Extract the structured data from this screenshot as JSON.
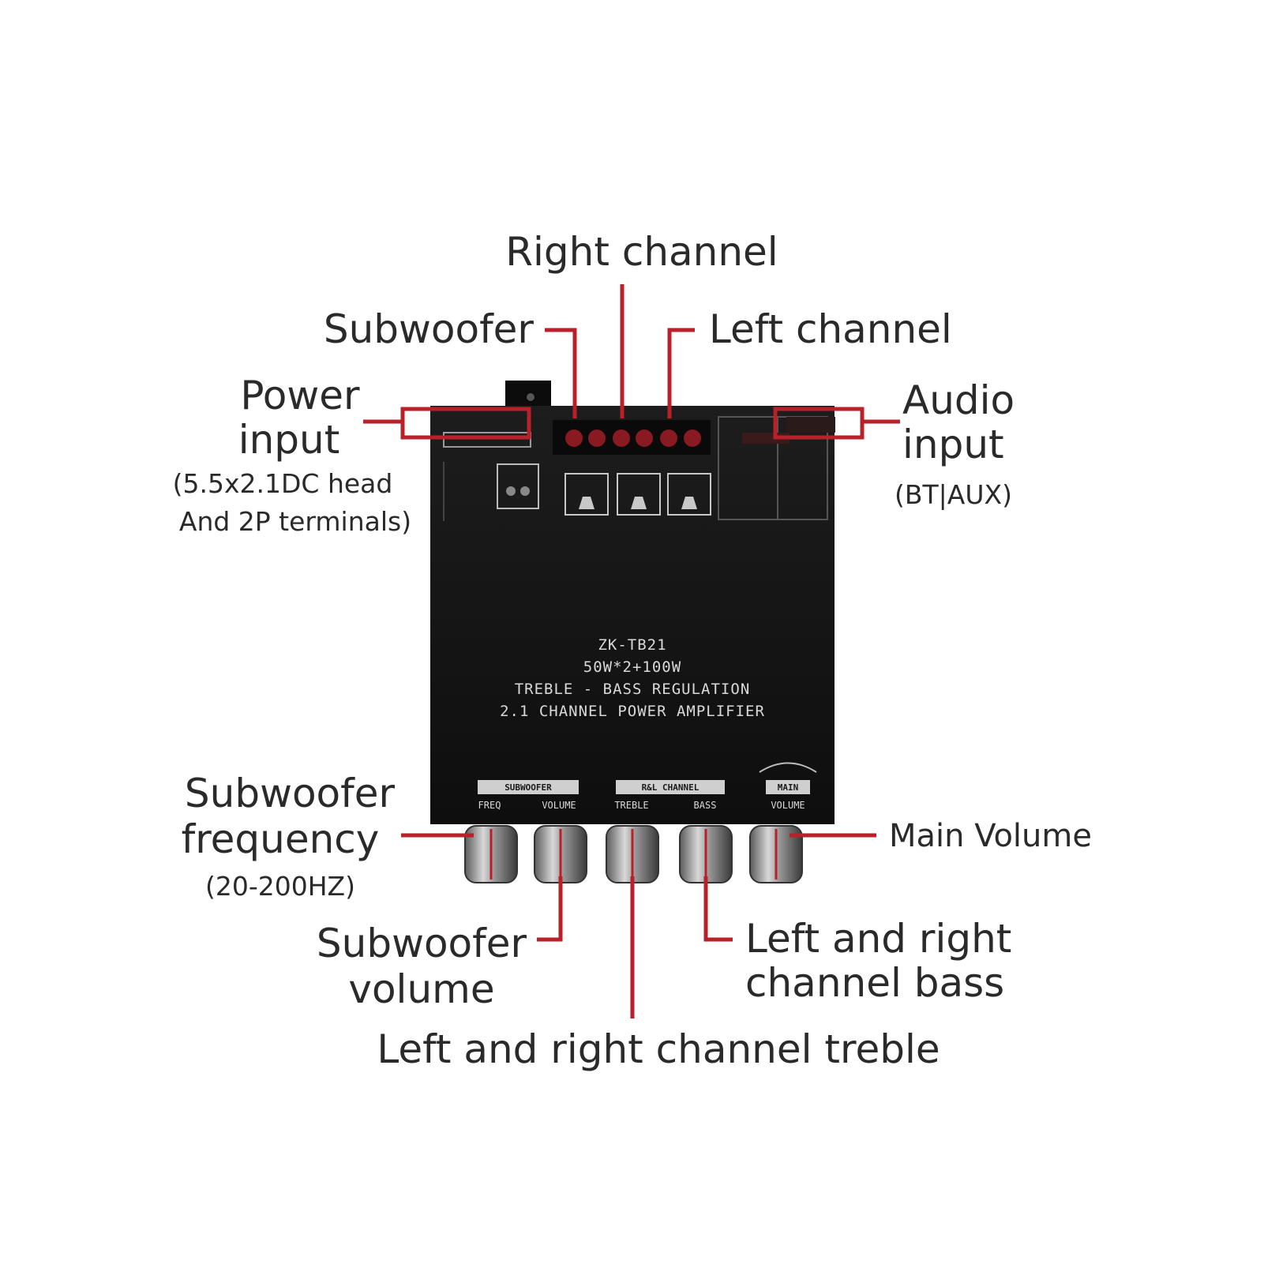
{
  "board": {
    "model": "ZK-TB21",
    "power_rating": "50W*2+100W",
    "feature": "TREBLE - BASS REGULATION",
    "description": "2.1 CHANNEL POWER AMPLIFIER",
    "knob_group_subwoofer": "SUBWOOFER",
    "knob_group_lr": "R&L CHANNEL",
    "knob_group_main": "MAIN",
    "knob_freq": "FREQ",
    "knob_sub_volume": "VOLUME",
    "knob_treble": "TREBLE",
    "knob_bass": "BASS",
    "knob_main_volume": "VOLUME",
    "colors": {
      "board": "#131313",
      "pointer": "#b8202a",
      "label": "#2a2a2a"
    }
  },
  "callouts": {
    "right_channel": "Right channel",
    "subwoofer": "Subwoofer",
    "left_channel": "Left channel",
    "power_input_line1": "Power",
    "power_input_line2": "input",
    "power_input_detail1": "(5.5x2.1DC head",
    "power_input_detail2": "And 2P terminals)",
    "audio_input_line1": "Audio",
    "audio_input_line2": "input",
    "audio_input_detail": "(BT|AUX)",
    "sub_freq_line1": "Subwoofer",
    "sub_freq_line2": "frequency",
    "sub_freq_detail": "(20-200HZ)",
    "main_volume": "Main Volume",
    "sub_volume_line1": "Subwoofer",
    "sub_volume_line2": "volume",
    "lr_bass_line1": "Left and right",
    "lr_bass_line2": "channel bass",
    "lr_treble": "Left and right channel treble"
  }
}
